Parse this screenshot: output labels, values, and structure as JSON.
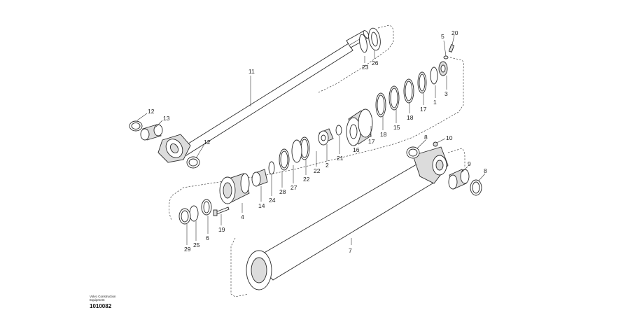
{
  "labels": [
    {
      "id": "p11",
      "text": "11"
    },
    {
      "id": "p23",
      "text": "23"
    },
    {
      "id": "p26",
      "text": "26"
    },
    {
      "id": "p5",
      "text": "5"
    },
    {
      "id": "p20",
      "text": "20"
    },
    {
      "id": "p3",
      "text": "3"
    },
    {
      "id": "p1",
      "text": "1"
    },
    {
      "id": "p17a",
      "text": "17"
    },
    {
      "id": "p18a",
      "text": "18"
    },
    {
      "id": "p15",
      "text": "15"
    },
    {
      "id": "p18b",
      "text": "18"
    },
    {
      "id": "p17b",
      "text": "17"
    },
    {
      "id": "p16",
      "text": "16"
    },
    {
      "id": "p21",
      "text": "21"
    },
    {
      "id": "p2",
      "text": "2"
    },
    {
      "id": "p22a",
      "text": "22"
    },
    {
      "id": "p22b",
      "text": "22"
    },
    {
      "id": "p27",
      "text": "27"
    },
    {
      "id": "p28",
      "text": "28"
    },
    {
      "id": "p24",
      "text": "24"
    },
    {
      "id": "p14",
      "text": "14"
    },
    {
      "id": "p4",
      "text": "4"
    },
    {
      "id": "p19",
      "text": "19"
    },
    {
      "id": "p6",
      "text": "6"
    },
    {
      "id": "p25",
      "text": "25"
    },
    {
      "id": "p29",
      "text": "29"
    },
    {
      "id": "p12a",
      "text": "12"
    },
    {
      "id": "p13",
      "text": "13"
    },
    {
      "id": "p12b",
      "text": "12"
    },
    {
      "id": "p8a",
      "text": "8"
    },
    {
      "id": "p10",
      "text": "10"
    },
    {
      "id": "p9",
      "text": "9"
    },
    {
      "id": "p8b",
      "text": "8"
    },
    {
      "id": "p7",
      "text": "7"
    }
  ],
  "footer": {
    "brand_line_1": "Volvo Construction",
    "brand_line_2": "Equipment",
    "drawing_number": "1010082"
  }
}
